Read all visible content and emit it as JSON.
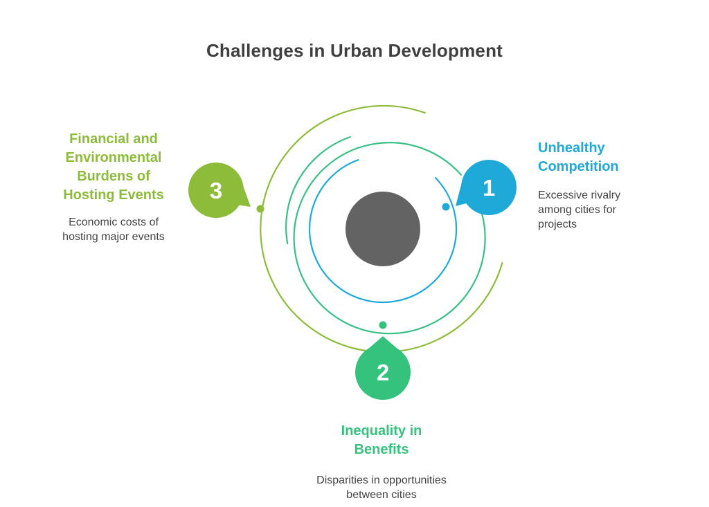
{
  "title": "Challenges in Urban Development",
  "colors": {
    "blue": "#1fa9d9",
    "teal": "#2fc07f",
    "green": "#8dbb3a",
    "core": "#636363",
    "title": "#3f3f3f",
    "text": "#444444"
  },
  "items": [
    {
      "number": "1",
      "title": "Unhealthy\nCompetition",
      "description": "Excessive rivalry\namong cities for\nprojects",
      "color": "#1fa9d9"
    },
    {
      "number": "2",
      "title": "Inequality in\nBenefits",
      "description": "Disparities in opportunities\nbetween cities",
      "color": "#34c27d"
    },
    {
      "number": "3",
      "title": "Financial and\nEnvironmental\nBurdens of\nHosting Events",
      "description": "Economic costs of\nhosting major events",
      "color": "#8dbb3a"
    }
  ]
}
